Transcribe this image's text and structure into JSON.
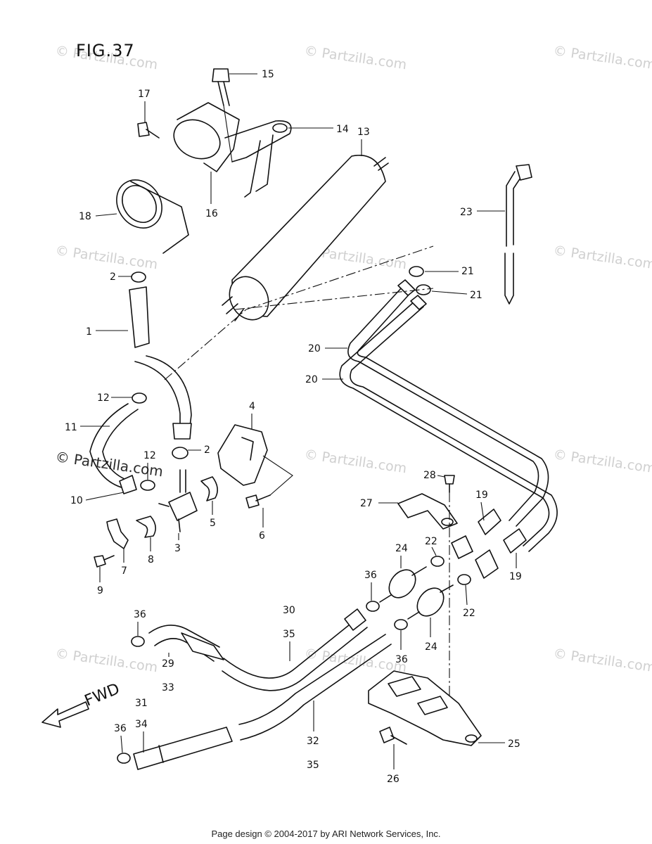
{
  "figure": {
    "title": "FIG.37",
    "fwd_label": "FWD"
  },
  "watermarks": [
    "© Partzilla.com",
    "© Partzilla.com",
    "© Partzilla.com",
    "© Partzilla.com",
    "© Partzilla.com",
    "© Partzilla.com",
    "© Partzilla.com",
    "© Partzilla.com",
    "© Partzilla.com",
    "© Partzilla.com",
    "© Partzilla.com"
  ],
  "watermark_strong": "© Partzilla.com",
  "callouts": [
    "1",
    "2",
    "2",
    "3",
    "4",
    "5",
    "6",
    "7",
    "8",
    "9",
    "10",
    "11",
    "12",
    "12",
    "13",
    "14",
    "15",
    "16",
    "17",
    "18",
    "19",
    "19",
    "20",
    "20",
    "21",
    "21",
    "22",
    "22",
    "23",
    "24",
    "24",
    "25",
    "26",
    "27",
    "28",
    "29",
    "33",
    "30",
    "35",
    "31",
    "34",
    "32",
    "35",
    "36",
    "36",
    "36",
    "36"
  ],
  "footer": "Page design © 2004-2017 by ARI Network Services, Inc."
}
